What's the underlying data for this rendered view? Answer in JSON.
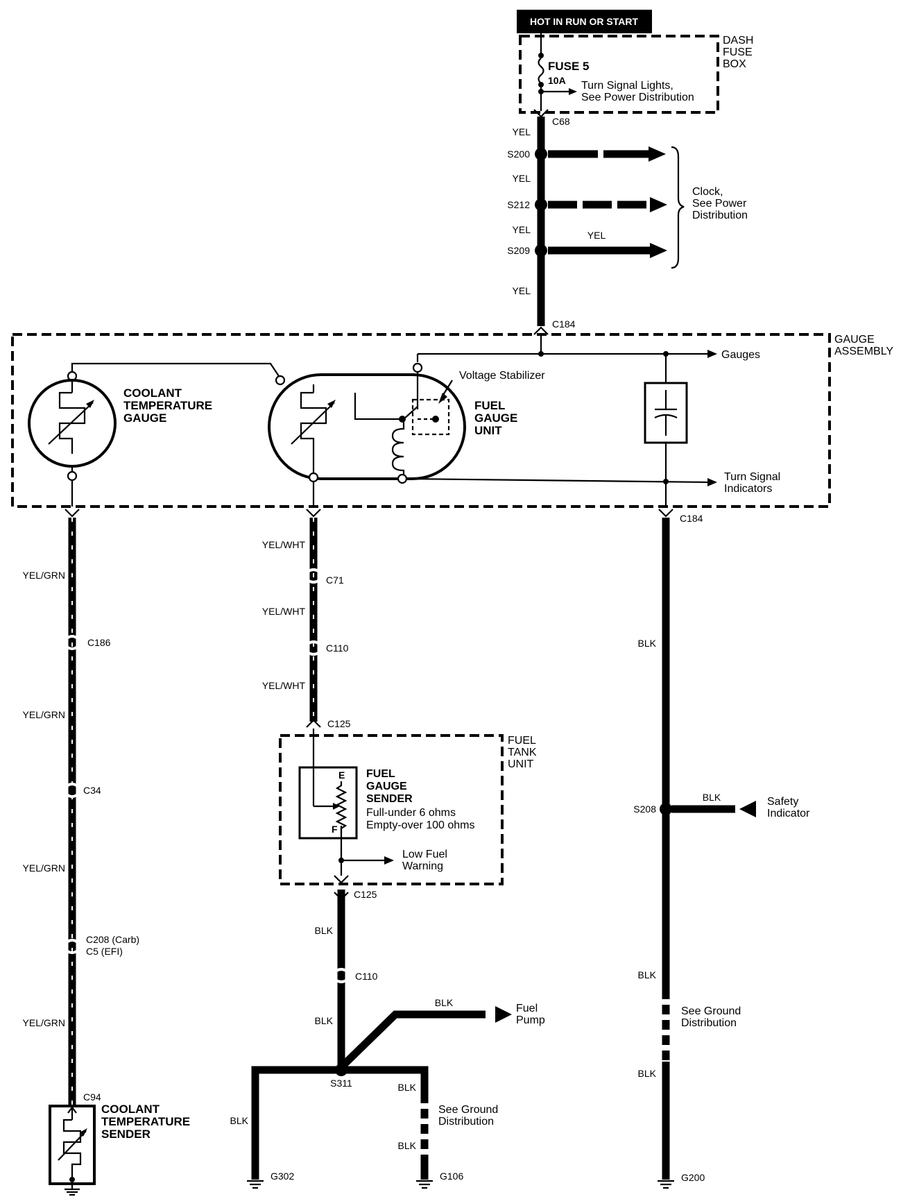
{
  "power": {
    "header": "HOT IN RUN OR START",
    "fuse_box": [
      "DASH",
      "FUSE",
      "BOX"
    ],
    "fuse": "FUSE 5",
    "amp": "10A",
    "turn_signal": [
      "Turn Signal Lights,",
      "See Power Distribution"
    ],
    "c68": "C68"
  },
  "feed": {
    "wire_color": "YEL",
    "s200": "S200",
    "s212": "S212",
    "s209": "S209",
    "clock": [
      "Clock,",
      "See Power",
      "Distribution"
    ],
    "c184_top": "C184"
  },
  "gauge_assembly": {
    "label": [
      "GAUGE",
      "ASSEMBLY"
    ],
    "coolant_gauge": [
      "COOLANT",
      "TEMPERATURE",
      "GAUGE"
    ],
    "fuel_gauge": [
      "FUEL",
      "GAUGE",
      "UNIT"
    ],
    "voltage_stabilizer": "Voltage Stabilizer",
    "gauges": "Gauges",
    "turn_signal_indicators": [
      "Turn Signal",
      "Indicators"
    ],
    "c184_bottom": "C184"
  },
  "coolant_circuit": {
    "wire": "YEL/GRN",
    "c186": "C186",
    "c34": "C34",
    "c208": "C208 (Carb)",
    "c5": "C5 (EFI)",
    "c94": "C94",
    "sender": [
      "COOLANT",
      "TEMPERATURE",
      "SENDER"
    ]
  },
  "fuel_circuit": {
    "wire": "YEL/WHT",
    "c71": "C71",
    "c110": "C110",
    "c125": "C125",
    "tank_unit": [
      "FUEL",
      "TANK",
      "UNIT"
    ],
    "sender": [
      "FUEL",
      "GAUGE",
      "SENDER"
    ],
    "e": "E",
    "f": "F",
    "full": "Full-under 6 ohms",
    "empty": "Empty-over 100 ohms",
    "low_fuel": [
      "Low Fuel",
      "Warning"
    ]
  },
  "ground_fuel": {
    "blk": "BLK",
    "c125": "C125",
    "c110": "C110",
    "fuel_pump": [
      "Fuel",
      "Pump"
    ],
    "s311": "S311",
    "see_ground": [
      "See Ground",
      "Distribution"
    ],
    "g302": "G302",
    "g106": "G106"
  },
  "ground_right": {
    "blk": "BLK",
    "s208": "S208",
    "safety": [
      "Safety",
      "Indicator"
    ],
    "see_ground": [
      "See Ground",
      "Distribution"
    ],
    "g200": "G200"
  }
}
